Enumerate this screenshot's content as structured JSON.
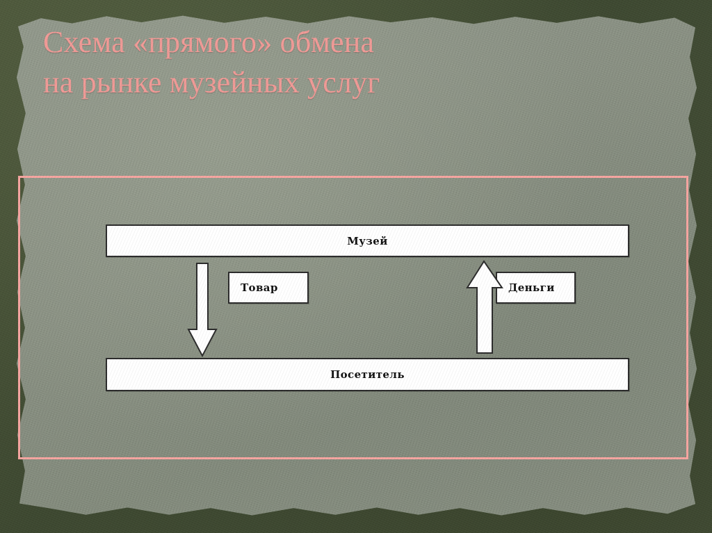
{
  "slide": {
    "title": "Схема «прямого» обмена\nна рынке музейных услуг",
    "title_color": "#f09a96",
    "background_color": "#8a9183",
    "border_color": "#3f4a30",
    "frame_color": "#f6a5a0"
  },
  "diagram": {
    "type": "flow",
    "nodes": [
      {
        "id": "museum",
        "label": "Музей",
        "role": "actor",
        "align": "center"
      },
      {
        "id": "visitor",
        "label": "Посетитель",
        "role": "actor",
        "align": "center"
      },
      {
        "id": "goods",
        "label": "Товар",
        "role": "flow-label",
        "align": "left"
      },
      {
        "id": "money",
        "label": "Деньги",
        "role": "flow-label",
        "align": "left"
      }
    ],
    "arrows": [
      {
        "id": "goods-flow",
        "from": "museum",
        "to": "visitor",
        "direction": "down",
        "label": "Товар",
        "fill": "#ffffff",
        "stroke": "#2b2b2b"
      },
      {
        "id": "money-flow",
        "from": "visitor",
        "to": "museum",
        "direction": "up",
        "label": "Деньги",
        "fill": "#ffffff",
        "stroke": "#2b2b2b"
      }
    ]
  }
}
